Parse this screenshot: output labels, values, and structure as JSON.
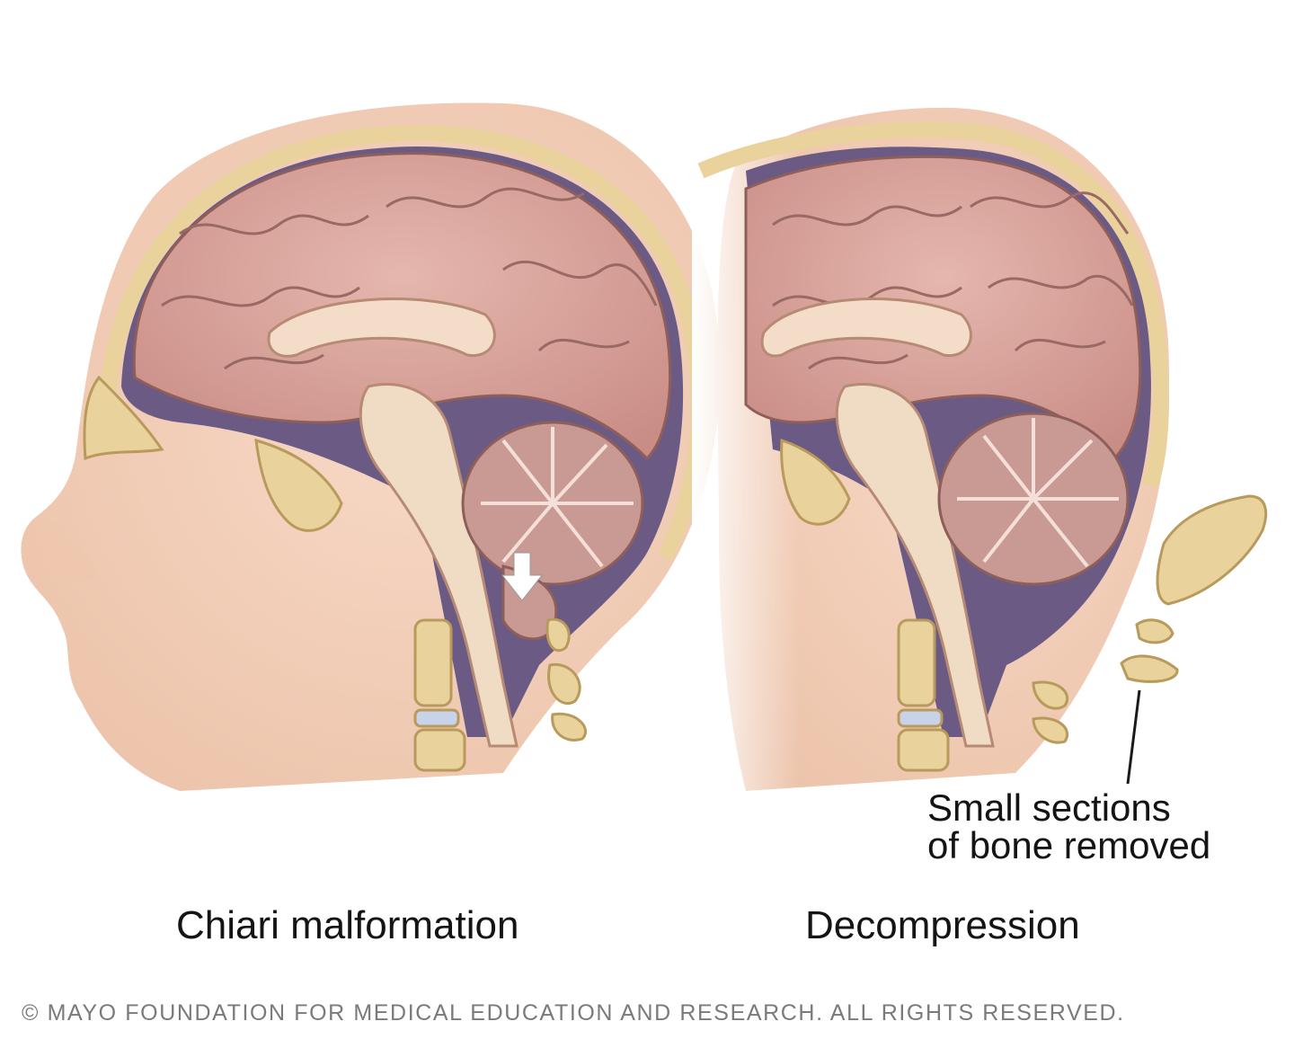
{
  "panels": [
    {
      "caption": "Chiari malformation"
    },
    {
      "caption": "Decompression"
    }
  ],
  "annotation": {
    "line1": "Small sections",
    "line2": "of bone removed"
  },
  "copyright": "© MAYO FOUNDATION FOR MEDICAL EDUCATION AND RESEARCH. ALL RIGHTS RESERVED.",
  "colors": {
    "skin": "#f2cdb7",
    "bone": "#e9d29c",
    "brain": "#d8a39b",
    "csf": "#8a77a6",
    "spine": "#f0dcc4"
  }
}
